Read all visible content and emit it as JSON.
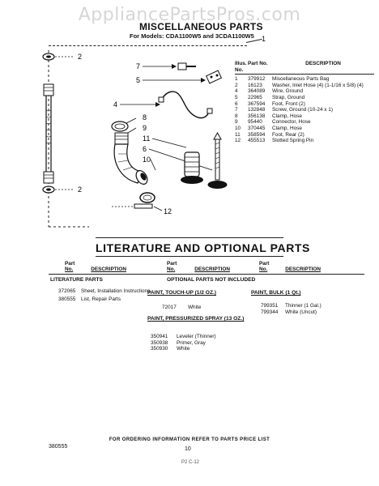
{
  "watermark": "AppliancePartsPros.com",
  "header": {
    "title": "MISCELLANEOUS PARTS",
    "models": "For Models: CDA1100W5 and 3CDA1100W5"
  },
  "diagram_callouts": [
    "1",
    "2",
    "7",
    "5",
    "4",
    "8",
    "9",
    "11",
    "6",
    "10",
    "2",
    "12"
  ],
  "parts_table": {
    "headers": [
      "Illus. No.",
      "Part No.",
      "DESCRIPTION"
    ],
    "rows": [
      [
        "1",
        "379912",
        "Miscellaneous Parts Bag"
      ],
      [
        "2",
        "16123",
        "Washer, Inlet Hose (4) (1-1/16 x 5/8) (4)"
      ],
      [
        "4",
        "364089",
        "Wire, Ground"
      ],
      [
        "5",
        "22965",
        "Strap, Ground"
      ],
      [
        "6",
        "367594",
        "Foot, Front (2)"
      ],
      [
        "7",
        "132848",
        "Screw, Ground (10-24 x 1)"
      ],
      [
        "8",
        "356138",
        "Clamp, Hose"
      ],
      [
        "9",
        "95440",
        "Connector, Hose"
      ],
      [
        "10",
        "370445",
        "Clamp, Hose"
      ],
      [
        "11",
        "358594",
        "Foot, Rear (2)"
      ],
      [
        "12",
        "455513",
        "Slotted Spring Pin"
      ]
    ]
  },
  "literature": {
    "title": "LITERATURE AND OPTIONAL PARTS",
    "col_part": "Part",
    "col_no": "No.",
    "col_desc": "DESCRIPTION",
    "lit_section": "LITERATURE PARTS",
    "lit_rows": [
      [
        "372065",
        "Sheet, Installation Instructions"
      ],
      [
        "380555",
        "List, Repair Parts"
      ]
    ],
    "optional_note": "OPTIONAL PARTS NOT INCLUDED",
    "touchup_title": "PAINT, TOUCH-UP (1/2 OZ.)",
    "touchup_rows": [
      [
        "72017",
        "White"
      ]
    ],
    "spray_title": "PAINT, PRESSURIZED SPRAY (13 OZ.)",
    "spray_rows": [
      [
        "350941",
        "Leveler (Thinner)"
      ],
      [
        "350938",
        "Primer, Gray"
      ],
      [
        "350930",
        "White"
      ]
    ],
    "bulk_title": "PAINT, BULK (1 Qt.)",
    "bulk_rows": [
      [
        "799351",
        "Thinner (1 Gal.)"
      ],
      [
        "799344",
        "White (Uncut)"
      ]
    ]
  },
  "footer": {
    "order_info": "FOR ORDERING INFORMATION REFER TO PARTS PRICE LIST",
    "page_number": "10",
    "doc_number": "380555",
    "bottom_mark": "P2  C-12"
  }
}
